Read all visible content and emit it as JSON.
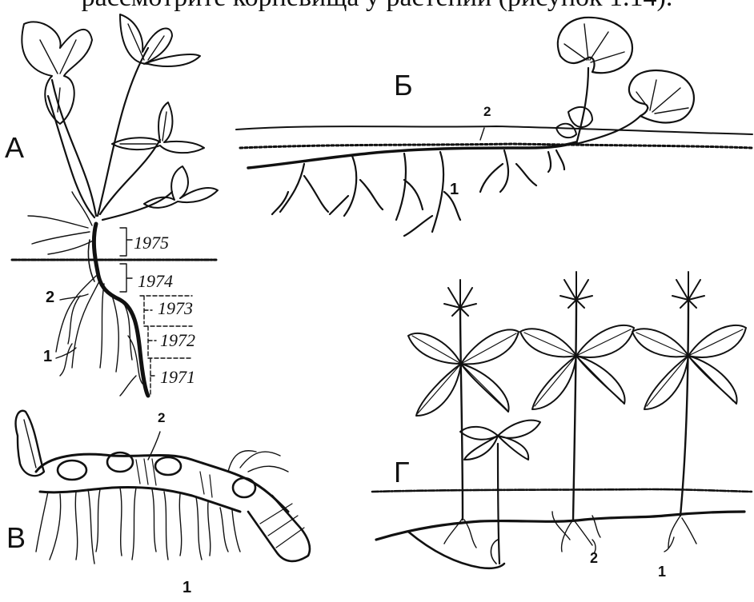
{
  "caption": "рассмотрите корневища у растений (рисунок 1.14).",
  "panels": {
    "a": {
      "letter": "А",
      "years": [
        "1975",
        "1974",
        "1973",
        "1972",
        "1971"
      ],
      "label_1": "1",
      "label_2": "2"
    },
    "b": {
      "letter": "Б",
      "label_1": "1",
      "label_2": "2"
    },
    "v": {
      "letter": "В",
      "label_1": "1",
      "label_2": "2"
    },
    "g": {
      "letter": "Г",
      "label_1": "1",
      "label_2": "2"
    }
  }
}
